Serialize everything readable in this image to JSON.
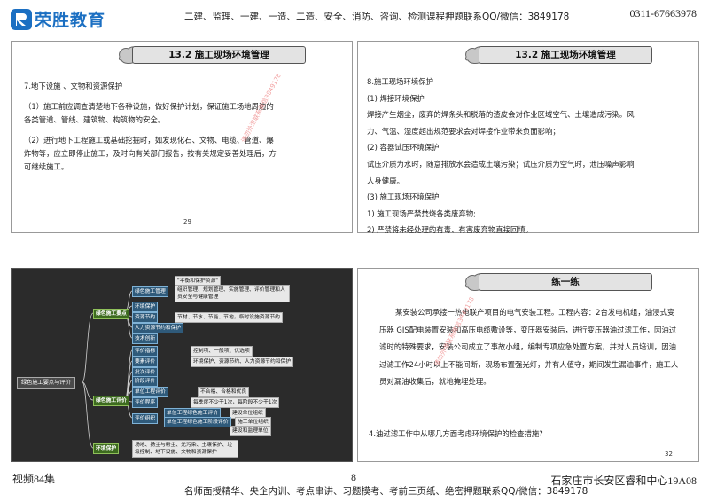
{
  "header": {
    "logo_text": "荣胜教育",
    "notice": "二建、监理、一建、一造、二造、安全、消防、咨询、检测课程押题联系QQ/微信：3849178",
    "phone": "0311-67663978"
  },
  "slide1": {
    "title": "13.2 施工现场环境管理",
    "lines": [
      "7.地下设施 、文物和资源保护",
      "（1）施工前应调查清楚地下各种设施，做好保护计划，保证施工场地周边的",
      "各类管道、管线、建筑物、构筑物的安全。",
      "（2）进行地下工程施工或基础挖掘时，如发现化石、文物、电缆、管道、爆",
      "炸物等，应立即停止施工，及时向有关部门报告，按有关规定妥善处理后，方",
      "可继续施工。"
    ],
    "page_no": "29",
    "watermark": "请勿外泄联系微信3849178"
  },
  "slide2": {
    "title": "13.2 施工现场环境管理",
    "lines": [
      "8.施工现场环境保护",
      "(1) 焊接环境保护",
      "焊接产生烟尘，废弃的焊条头和脱落的渣皮会对作业区域空气、土壤造成污染。风",
      "力、气温、湿度超出规范要求会对焊接作业带来负面影响；",
      " (2) 容器试压环境保护",
      "试压介质为水时，随意排放水会造成土壤污染；试压介质为空气时，泄压噪声影响",
      "人身健康。",
      "(3) 施工现场环境保护",
      "1) 施工现场严禁焚烧各类废弃物;",
      "2) 严禁将未经处理的有毒、有害废弃物直接回填。"
    ]
  },
  "slide3": {
    "root": "绿色施工要点与评价",
    "branch_a": "绿色施工要点",
    "branch_b": "绿色施工评价",
    "branch_c": "环境保护",
    "a_items": [
      "绿色施工管理",
      "环境保护",
      "资源节约",
      "人力资源节约和保护",
      "技术创新"
    ],
    "a_notes": [
      "\"平衡和保护资源\"",
      "组织管理、规划管理、实施管理、评价管理和人员安全与健康管理",
      "节材、节水、节能、节地，临时设施资源节约"
    ],
    "b_items": [
      "评价指标",
      "要素评价",
      "批次评价",
      "阶段评价",
      "单位工程评价",
      "评价程序",
      "评价组织"
    ],
    "b_notes": [
      "控制项、一般项、优选项",
      "环境保护、资源节约、人力资源节约和保护",
      "不合格、合格和优良",
      "每季度不少于1次，每阶段不少于1次",
      "建设单位组织",
      "单位工程绿色施工评价",
      "施工单位组织",
      "单位工程绿色施工阶段评价",
      "建设和监理单位"
    ],
    "c_note": "场地、扬尘与粉尘、光污染、土壤保护、垃圾控制、地下设施、文物和资源保护"
  },
  "slide4": {
    "title": "练一练",
    "paragraph": "某安装公司承接一热电联产项目的电气安装工程。工程内容：2台发电机组，油浸式变压器  GIS配电装置安装和高压电缆敷设等，变压器安装后，进行变压器油过滤工作，因油过滤时的特殊要求，安装公司成立了事故小组，编制专项应急处置方案，并对人员培训，因油过滤工作24小时以上不能间断，现场布置强光灯，并有人值守，期间发生漏油事件，施工人员对漏油收集后，就地掩埋处理。",
    "question": "4.油过滤工作中从哪几方面考虑环境保护的检查措施?",
    "page_no": "32",
    "watermark": "请勿外泄联系微信3849178"
  },
  "footer": {
    "left": "视频84集",
    "center": "8",
    "right": "石家庄市长安区睿和中心19A08",
    "notice": "名师面授精华、央企内训、考点串讲、习题模考、考前三页纸、绝密押题联系QQ/微信：3849178"
  },
  "colors": {
    "brand": "#1b6fc2",
    "mindmap_bg": "#2b2b2b"
  }
}
